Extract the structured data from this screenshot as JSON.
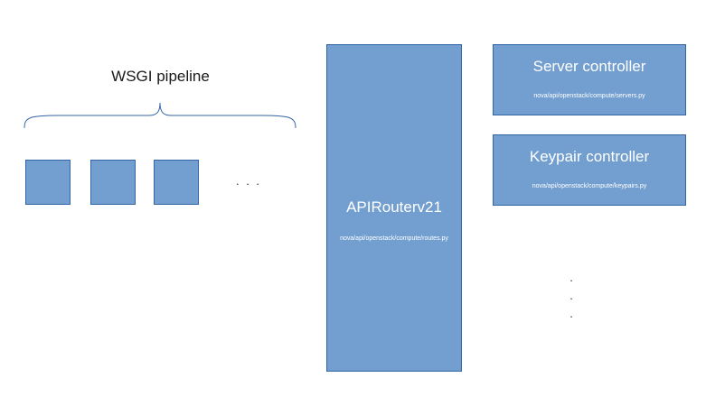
{
  "pipeline": {
    "title": "WSGI pipeline",
    "box_count": 3,
    "more": ". . ."
  },
  "router": {
    "title": "APIRouterv21",
    "path": "nova/api/openstack/compute/routes.py"
  },
  "controllers": [
    {
      "title": "Server controller",
      "path": "nova/api/openstack/compute/servers.py"
    },
    {
      "title": "Keypair controller",
      "path": "nova/api/openstack/compute/keypairs.py"
    }
  ],
  "more_controllers": [
    ".",
    ".",
    "."
  ],
  "colors": {
    "box_fill": "#729fcf",
    "box_border": "#3465a4",
    "brace": "#3465a4"
  }
}
